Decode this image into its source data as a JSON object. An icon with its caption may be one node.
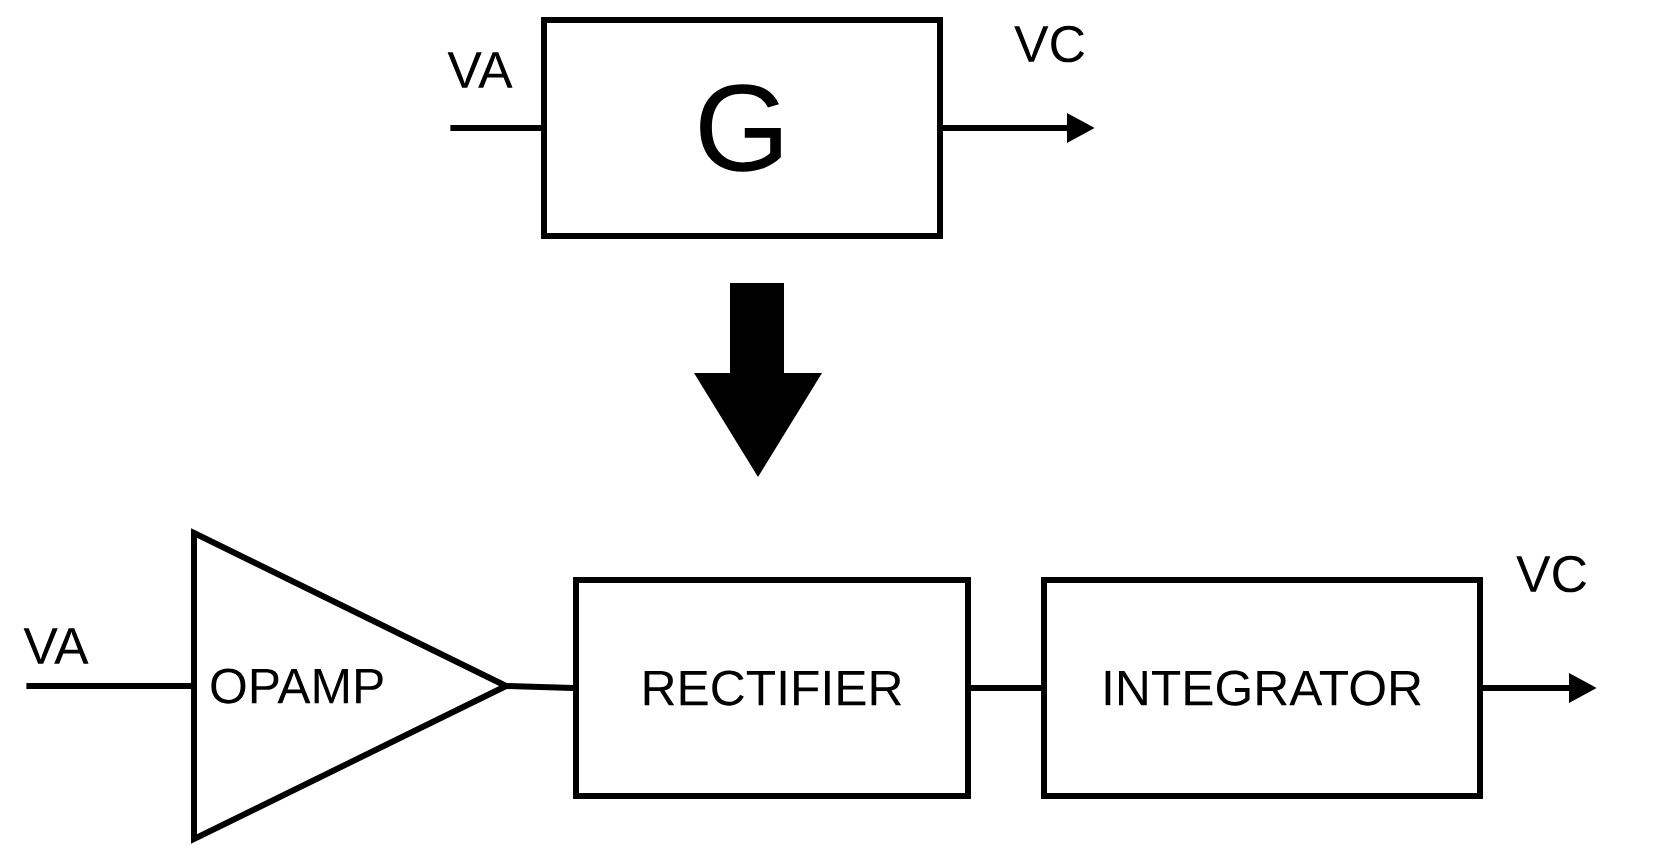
{
  "diagram": {
    "nodes": [
      {
        "text": [
          "VA"
        ]
      },
      {
        "text": [
          "G"
        ]
      },
      {
        "text": [
          "VC"
        ]
      },
      {
        "text": [
          "VA"
        ]
      },
      {
        "text": [
          "OPAMP"
        ]
      },
      {
        "text": [
          "RECTIFIER"
        ]
      },
      {
        "text": [
          "INTEGRATOR"
        ]
      },
      {
        "text": [
          "VC"
        ]
      }
    ],
    "edges": [
      {
        "from": 0,
        "to": 1,
        "arrow": "none"
      },
      {
        "from": 1,
        "to": 2,
        "arrow": "to"
      },
      {
        "from": 1,
        "to": null,
        "arrow": "to",
        "style": "thick"
      },
      {
        "from": 3,
        "to": 4,
        "arrow": "none"
      },
      {
        "from": 4,
        "to": 5,
        "arrow": "none"
      },
      {
        "from": 5,
        "to": 6,
        "arrow": "none"
      },
      {
        "from": 6,
        "to": 7,
        "arrow": "to"
      }
    ]
  }
}
